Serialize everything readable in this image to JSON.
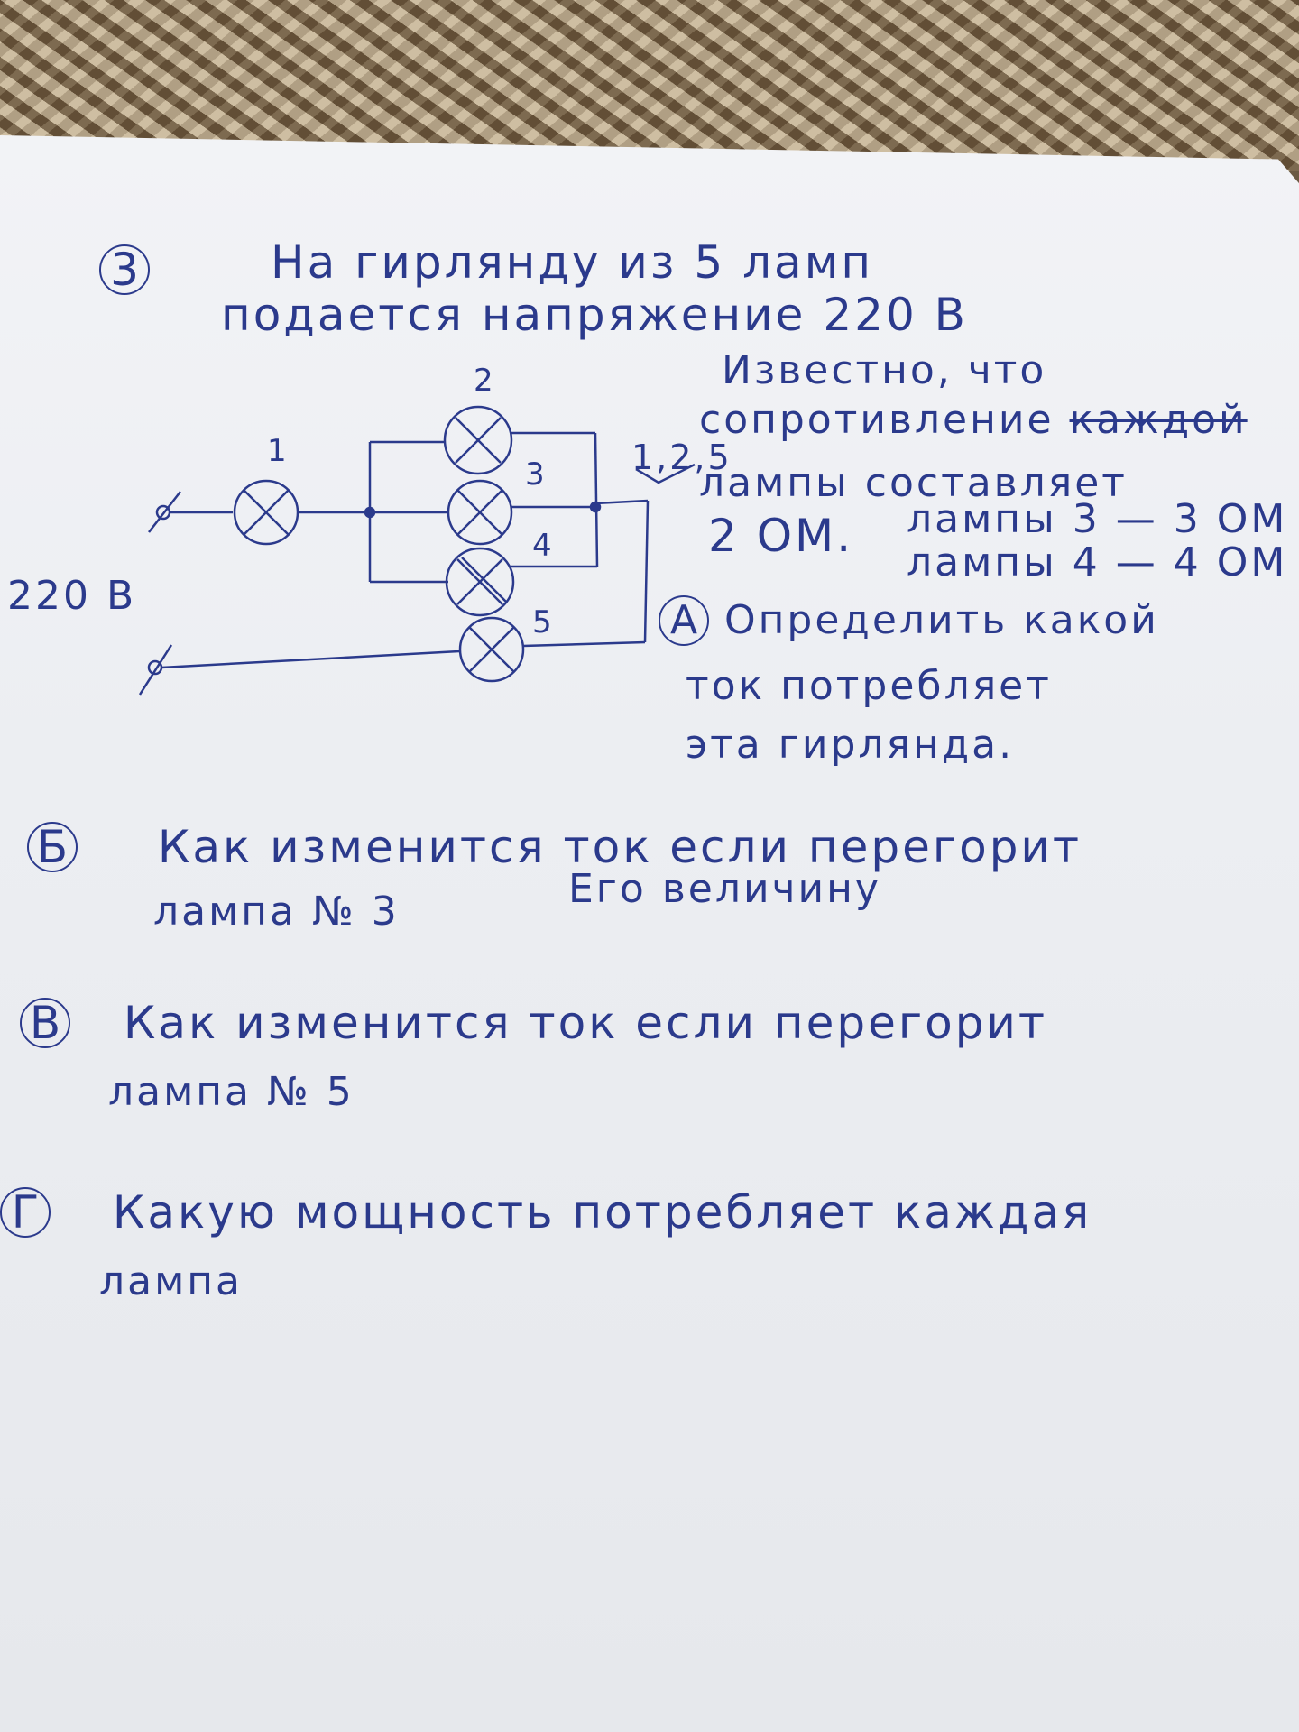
{
  "problem": {
    "number": "3",
    "line1": "На гирлянду из 5 ламп",
    "line2": "подается напряжение 220 В",
    "line3": "Известно, что",
    "line4_a": "сопротивление",
    "line4_struck": "каждой",
    "line5_prefix": "1,2,5",
    "line5": "лампы составляет",
    "line6": "2 ОМ.",
    "lamp3": "лампы 3 — 3 ОМ",
    "lamp4": "лампы 4 — 4 ОМ"
  },
  "circuit": {
    "voltage_label": "220 В",
    "lamp_labels": [
      "1",
      "2",
      "3",
      "4",
      "5"
    ]
  },
  "questions": {
    "a": {
      "marker": "А",
      "lines": [
        "Определить какой",
        "ток потребляет",
        "эта гирлянда."
      ]
    },
    "b": {
      "marker": "Б",
      "lines": [
        "Как изменится ток если перегорит",
        "лампа № 3"
      ],
      "note": "Его величину"
    },
    "v": {
      "marker": "В",
      "lines": [
        "Как изменится ток если перегорит",
        "лампа № 5"
      ]
    },
    "g": {
      "marker": "Г",
      "lines": [
        "Какую мощность потребляет каждая",
        "лампа"
      ]
    }
  },
  "colors": {
    "ink": "#2b3a8c",
    "paper": "#eceef2"
  }
}
